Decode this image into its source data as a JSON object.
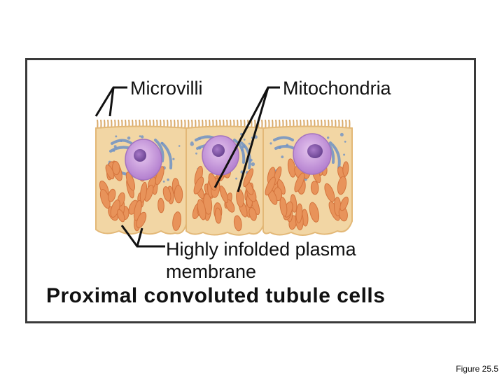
{
  "labels": {
    "microvilli": "Microvilli",
    "mitochondria": "Mitochondria",
    "infolded_line1": "Highly infolded plasma",
    "infolded_line2": "membrane",
    "title": "Proximal convoluted tubule cells"
  },
  "figure_number": "Figure 25.5",
  "colors": {
    "cytoplasm": "#f2d6a4",
    "cell_border": "#e3b877",
    "mitochondria": "#e8935a",
    "golgi": "#6f92c6",
    "nucleus": "#c79ad8",
    "nucleolus": "#7a4e9c",
    "frame": "#3a3a3a"
  },
  "icons": [
    "microvilli-brush-border",
    "mitochondrion",
    "nucleus",
    "golgi-network"
  ]
}
